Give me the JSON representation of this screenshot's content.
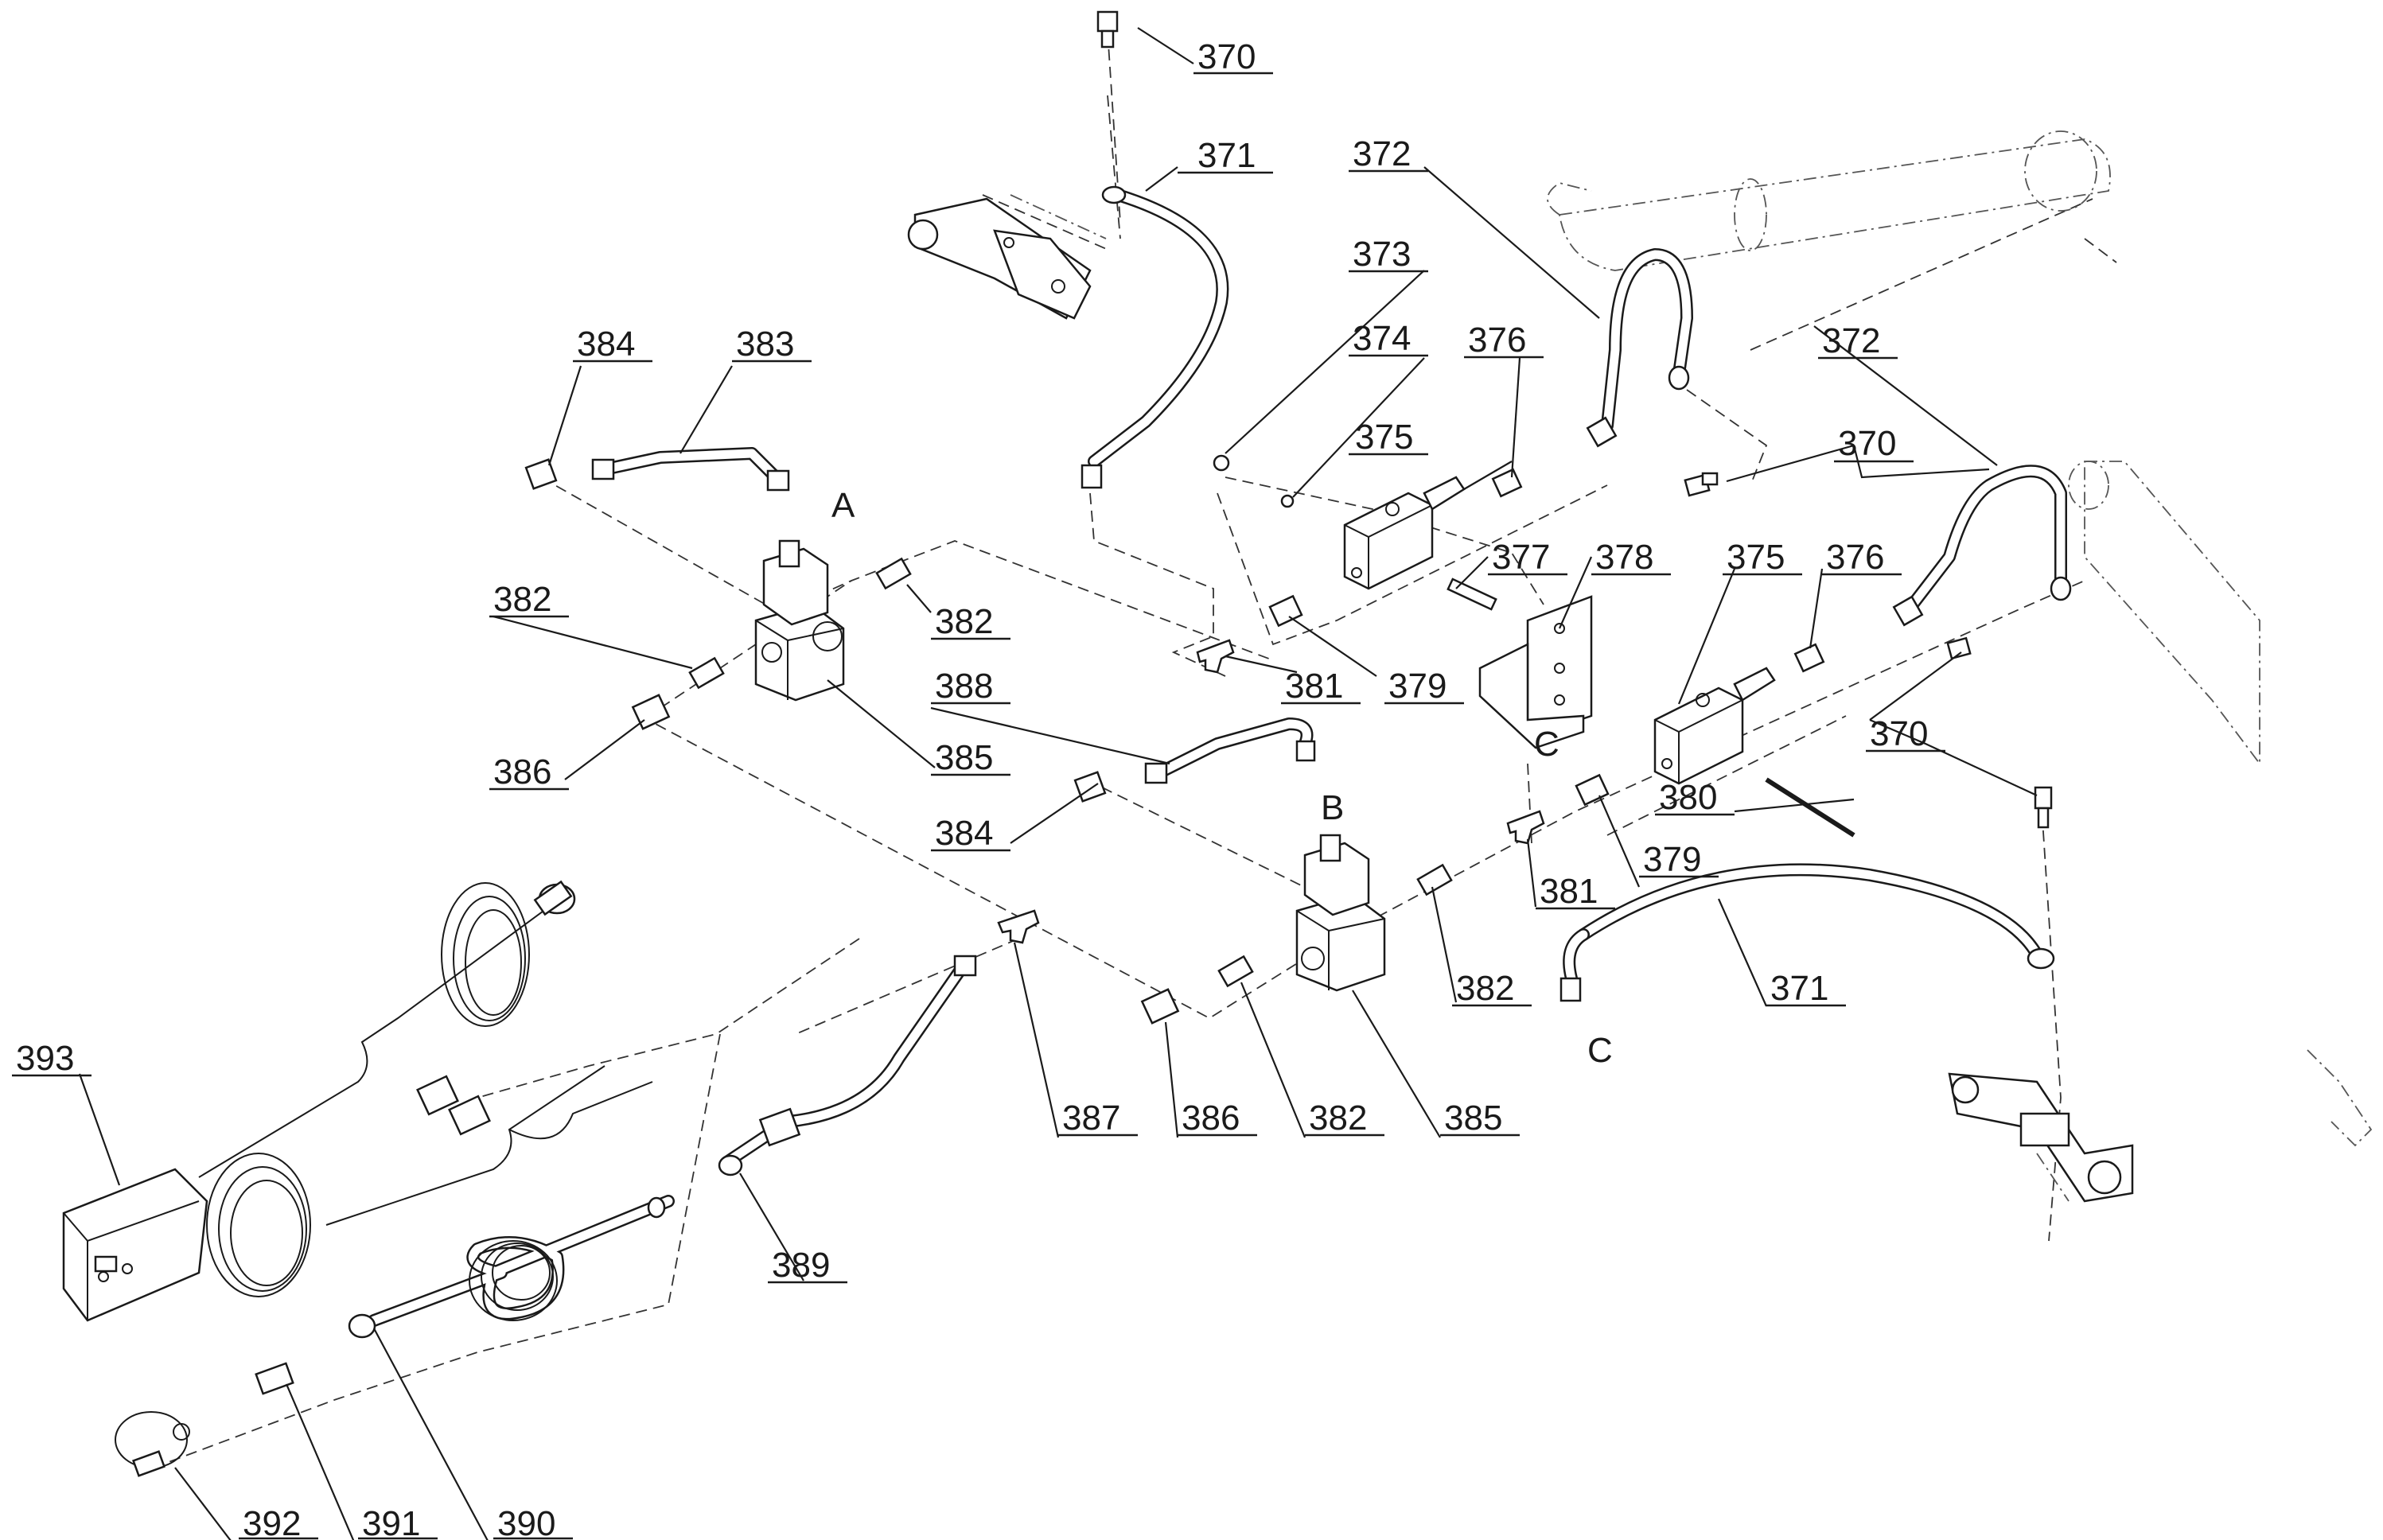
{
  "callouts": [
    {
      "id": "c370a",
      "text": "370"
    },
    {
      "id": "c371a",
      "text": "371"
    },
    {
      "id": "c372a",
      "text": "372"
    },
    {
      "id": "c373",
      "text": "373"
    },
    {
      "id": "c374",
      "text": "374"
    },
    {
      "id": "c375a",
      "text": "375"
    },
    {
      "id": "c376a",
      "text": "376"
    },
    {
      "id": "c384a",
      "text": "384"
    },
    {
      "id": "c383",
      "text": "383"
    },
    {
      "id": "c370b",
      "text": "370"
    },
    {
      "id": "c372b",
      "text": "372"
    },
    {
      "id": "c382a",
      "text": "382"
    },
    {
      "id": "c382b",
      "text": "382"
    },
    {
      "id": "c377",
      "text": "377"
    },
    {
      "id": "c378",
      "text": "378"
    },
    {
      "id": "c375b",
      "text": "375"
    },
    {
      "id": "c376b",
      "text": "376"
    },
    {
      "id": "c381a",
      "text": "381"
    },
    {
      "id": "c379a",
      "text": "379"
    },
    {
      "id": "c388",
      "text": "388"
    },
    {
      "id": "c386a",
      "text": "386"
    },
    {
      "id": "c385a",
      "text": "385"
    },
    {
      "id": "c370c",
      "text": "370"
    },
    {
      "id": "c380",
      "text": "380"
    },
    {
      "id": "c384b",
      "text": "384"
    },
    {
      "id": "c381b",
      "text": "381"
    },
    {
      "id": "c379b",
      "text": "379"
    },
    {
      "id": "c382c",
      "text": "382"
    },
    {
      "id": "c371b",
      "text": "371"
    },
    {
      "id": "c393",
      "text": "393"
    },
    {
      "id": "c387",
      "text": "387"
    },
    {
      "id": "c386b",
      "text": "386"
    },
    {
      "id": "c382d",
      "text": "382"
    },
    {
      "id": "c385b",
      "text": "385"
    },
    {
      "id": "c389",
      "text": "389"
    },
    {
      "id": "c392",
      "text": "392"
    },
    {
      "id": "c391",
      "text": "391"
    },
    {
      "id": "c390",
      "text": "390"
    }
  ],
  "connection_letters": [
    {
      "id": "A",
      "text": "A"
    },
    {
      "id": "B",
      "text": "B"
    },
    {
      "id": "C1",
      "text": "C"
    },
    {
      "id": "C2",
      "text": "C"
    }
  ]
}
